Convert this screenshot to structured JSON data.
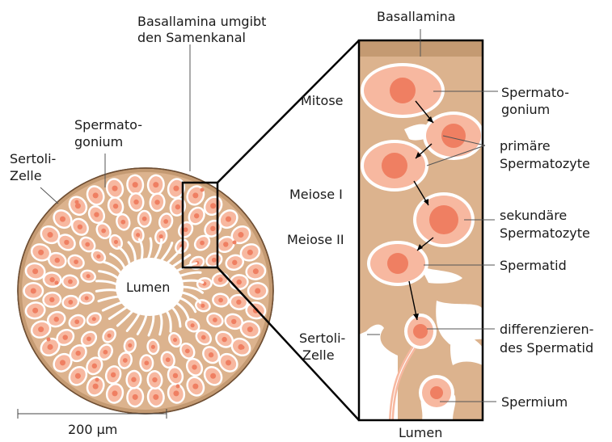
{
  "labels": {
    "tubule_basal_1": "Basallamina umgibt",
    "tubule_basal_2": "den Samenkanal",
    "spermatogonium_left_1": "Spermato-",
    "spermatogonium_left_2": "gonium",
    "sertoli_left_1": "Sertoli-",
    "sertoli_left_2": "Zelle",
    "lumen_center": "Lumen",
    "scale": "200 µm",
    "inset_basal": "Basallamina",
    "mitose": "Mitose",
    "meiose1": "Meiose I",
    "meiose2": "Meiose II",
    "sertoli_inset_1": "Sertoli-",
    "sertoli_inset_2": "Zelle",
    "inset_lumen": "Lumen",
    "spermatogonium_right_1": "Spermato-",
    "spermatogonium_right_2": "gonium",
    "primaer_1": "primäre",
    "primaer_2": "Spermatozyte",
    "sekundaer_1": "sekundäre",
    "sekundaer_2": "Spermatozyte",
    "spermatid": "Spermatid",
    "diff_1": "differenzieren-",
    "diff_2": "des Spermatid",
    "spermium": "Spermium"
  },
  "colors": {
    "sertoli_tissue": "#dcb38e",
    "basal_lamina": "#c49a72",
    "cell_body": "#f7b8a0",
    "nucleus": "#ef7f62",
    "membrane": "#ffffff",
    "outline": "#000000"
  }
}
